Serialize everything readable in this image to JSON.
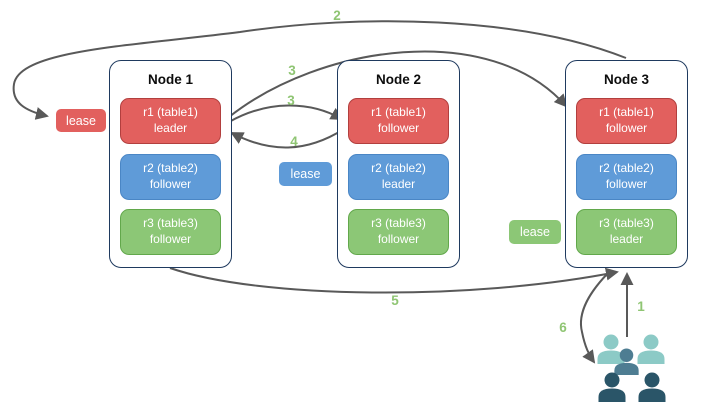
{
  "colors": {
    "node-border": "#1f3a5f",
    "red-fill": "#e2605e",
    "red-stroke": "#b23f3e",
    "blue-fill": "#5f9bd8",
    "blue-stroke": "#4a86c5",
    "green-fill": "#8cc776",
    "green-stroke": "#62a84b",
    "arrow": "#595959",
    "step-label": "#8fc573",
    "users-back": "#8ccac6",
    "users-mid": "#4e7d92",
    "users-front": "#2a5568"
  },
  "diagram": {
    "nodes": [
      {
        "title": "Node 1",
        "replicas": [
          {
            "name": "r1 (table1)",
            "role": "leader"
          },
          {
            "name": "r2 (table2)",
            "role": "follower"
          },
          {
            "name": "r3 (table3)",
            "role": "follower"
          }
        ]
      },
      {
        "title": "Node 2",
        "replicas": [
          {
            "name": "r1 (table1)",
            "role": "follower"
          },
          {
            "name": "r2 (table2)",
            "role": "leader"
          },
          {
            "name": "r3 (table3)",
            "role": "follower"
          }
        ]
      },
      {
        "title": "Node 3",
        "replicas": [
          {
            "name": "r1 (table1)",
            "role": "follower"
          },
          {
            "name": "r2 (table2)",
            "role": "follower"
          },
          {
            "name": "r3 (table3)",
            "role": "leader"
          }
        ]
      }
    ],
    "leases": [
      {
        "label": "lease",
        "color": "#e2605e"
      },
      {
        "label": "lease",
        "color": "#5f9bd8"
      },
      {
        "label": "lease",
        "color": "#8cc776"
      }
    ],
    "steps": {
      "s1": "1",
      "s2": "2",
      "s3a": "3",
      "s3b": "3",
      "s4": "4",
      "s5": "5",
      "s6": "6"
    }
  }
}
